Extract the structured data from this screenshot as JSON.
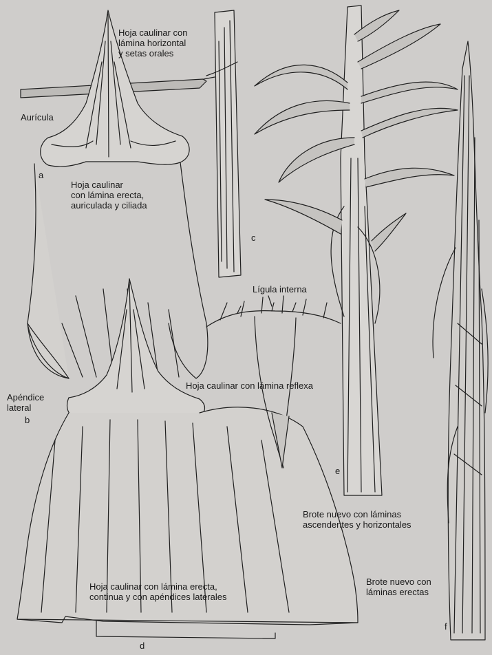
{
  "figure": {
    "labels": {
      "hoja_horizontal": "Hoja caulinar con\nlámina horizontal\ny setas orales",
      "auricula": "Aurícula",
      "hoja_erecta_auriculada": "Hoja caulinar\ncon lámina erecta,\nauriculada y ciliada",
      "ligula_interna": "Lígula interna",
      "hoja_reflexa": "Hoja caulinar con lámina reflexa",
      "apendice_lateral": "Apéndice\nlateral",
      "brote_ascendentes": "Brote nuevo con láminas\nascendentes y horizontales",
      "hoja_erecta_continua": "Hoja caulinar con lámina erecta,\ncontinua y con apéndices laterales",
      "brote_erectas": "Brote nuevo con\nláminas erectas"
    },
    "letters": {
      "a": "a",
      "b": "b",
      "c": "c",
      "d": "d",
      "e": "e",
      "f": "f"
    }
  }
}
